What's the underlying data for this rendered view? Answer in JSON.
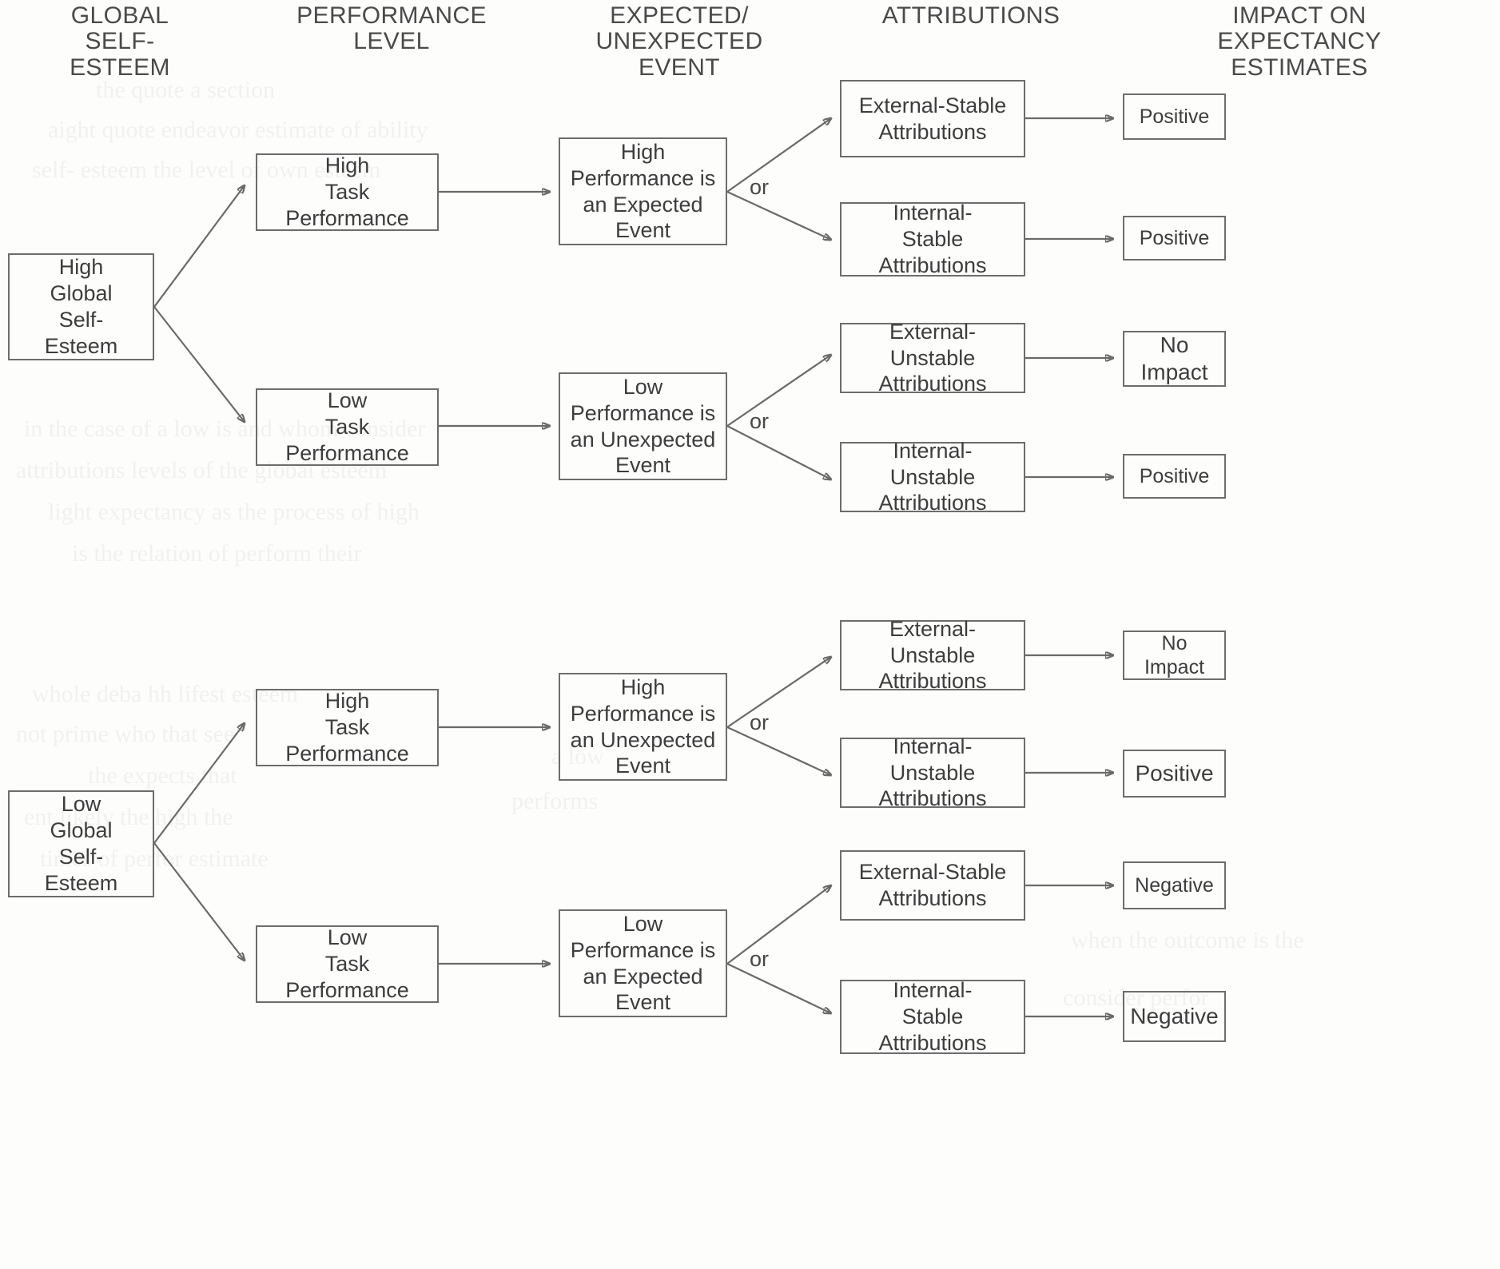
{
  "diagram": {
    "title": "Model of global self-esteem, performance level, attributions and impact on expectancy estimates",
    "column_headers": [
      {
        "id": "global-self-esteem",
        "text": "GLOBAL\nSELF-\nESTEEM"
      },
      {
        "id": "performance-level",
        "text": "PERFORMANCE\nLEVEL"
      },
      {
        "id": "expected-unexpected-event",
        "text": "EXPECTED/\nUNEXPECTED\nEVENT"
      },
      {
        "id": "attributions",
        "text": "ATTRIBUTIONS"
      },
      {
        "id": "impact-on-expectancy-estimates",
        "text": "IMPACT ON\nEXPECTANCY\nESTIMATES"
      }
    ],
    "or_labels": [
      {
        "id": "or-1",
        "text": "or"
      },
      {
        "id": "or-2",
        "text": "or"
      },
      {
        "id": "or-3",
        "text": "or"
      },
      {
        "id": "or-4",
        "text": "or"
      }
    ],
    "nodes": {
      "esteem": [
        {
          "id": "high-global-self-esteem",
          "text": "High\nGlobal\nSelf-\nEsteem"
        },
        {
          "id": "low-global-self-esteem",
          "text": "Low\nGlobal\nSelf-\nEsteem"
        }
      ],
      "performance": [
        {
          "id": "high-task-performance-1",
          "text": "High\nTask\nPerformance"
        },
        {
          "id": "low-task-performance-1",
          "text": "Low\nTask\nPerformance"
        },
        {
          "id": "high-task-performance-2",
          "text": "High\nTask\nPerformance"
        },
        {
          "id": "low-task-performance-2",
          "text": "Low\nTask\nPerformance"
        }
      ],
      "events": [
        {
          "id": "high-performance-expected",
          "text": "High\nPerformance is\nan Expected\nEvent"
        },
        {
          "id": "low-performance-unexpected",
          "text": "Low\nPerformance is\nan Unexpected\nEvent"
        },
        {
          "id": "high-performance-unexpected",
          "text": "High\nPerformance is\nan Unexpected\nEvent"
        },
        {
          "id": "low-performance-expected",
          "text": "Low\nPerformance is\nan Expected\nEvent"
        }
      ],
      "attributions": [
        {
          "id": "attr-1",
          "text": "External-Stable\nAttributions"
        },
        {
          "id": "attr-2",
          "text": "Internal-\nStable\nAttributions"
        },
        {
          "id": "attr-3",
          "text": "External-\nUnstable\nAttributions"
        },
        {
          "id": "attr-4",
          "text": "Internal-\nUnstable\nAttributions"
        },
        {
          "id": "attr-5",
          "text": "External-\nUnstable\nAttributions"
        },
        {
          "id": "attr-6",
          "text": "Internal-\nUnstable\nAttributions"
        },
        {
          "id": "attr-7",
          "text": "External-Stable\nAttributions"
        },
        {
          "id": "attr-8",
          "text": "Internal-\nStable\nAttributions"
        }
      ],
      "impacts": [
        {
          "id": "impact-1",
          "text": "Positive"
        },
        {
          "id": "impact-2",
          "text": "Positive"
        },
        {
          "id": "impact-3",
          "text": "No\nImpact"
        },
        {
          "id": "impact-4",
          "text": "Positive"
        },
        {
          "id": "impact-5",
          "text": "No\nImpact"
        },
        {
          "id": "impact-6",
          "text": "Positive"
        },
        {
          "id": "impact-7",
          "text": "Negative"
        },
        {
          "id": "impact-8",
          "text": "Negative"
        }
      ]
    },
    "colors": {
      "box_border": "#6d6d6d",
      "text": "#3d3d3d",
      "connector": "#6a6a6a",
      "background": "#fdfdfc"
    }
  }
}
